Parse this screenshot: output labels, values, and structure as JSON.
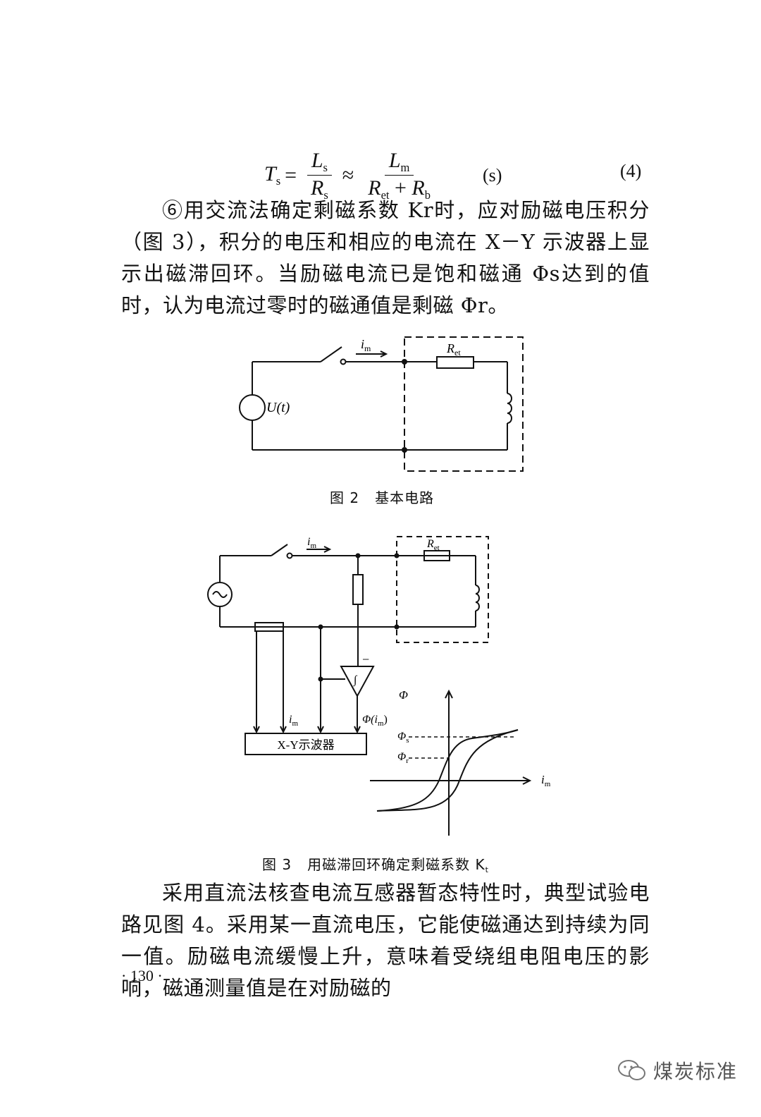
{
  "equation": {
    "lhs": "T",
    "lhs_sub": "s",
    "frac1_num": "L",
    "frac1_num_sub": "s",
    "frac1_den": "R",
    "frac1_den_sub": "s",
    "approx": "≈",
    "frac2_num": "L",
    "frac2_num_sub": "m",
    "frac2_den_a": "R",
    "frac2_den_a_sub": "et",
    "frac2_den_plus": "+",
    "frac2_den_b": "R",
    "frac2_den_b_sub": "b",
    "unit": "(s)",
    "number": "(4)"
  },
  "paragraph1": "⑥用交流法确定剩磁系数 Kr时，应对励磁电压积分（图 3），积分的电压和相应的电流在 X－Y 示波器上显示出磁滞回环。当励磁电流已是饱和磁通 Φs达到的值时，认为电流过零时的磁通值是剩磁 Φr。",
  "figure2": {
    "caption_num": "图 2",
    "caption_text": "基本电路",
    "source_label": "U(t)",
    "current_label": "i",
    "current_sub": "m",
    "resistor_label": "R",
    "resistor_sub": "et"
  },
  "figure3": {
    "caption_num": "图 3",
    "caption_text": "用磁滞回环确定剩磁系数 K",
    "caption_sub": "t",
    "current_label": "i",
    "current_sub": "m",
    "resistor_label": "R",
    "resistor_sub": "et",
    "minus_sign": "−",
    "integrator_symbol": "∫",
    "scope_label": "X-Y示波器",
    "scope_input_im": "i",
    "scope_input_im_sub": "m",
    "scope_input_phi": "Φ(i",
    "scope_input_phi_sub": "m",
    "scope_input_phi_close": ")",
    "plot_y_label": "Φ",
    "plot_x_label": "i",
    "plot_x_sub": "m",
    "phi_s_label": "Φ",
    "phi_s_sub": "s",
    "phi_r_label": "Φ",
    "phi_r_sub": "r"
  },
  "paragraph2": "采用直流法核查电流互感器暂态特性时，典型试验电路见图 4。采用某一直流电压，它能使磁通达到持续为同一值。励磁电流缓慢上升，意味着受绕组电阻电压的影响，磁通测量值是在对励磁的",
  "page_number": "· 130 ·",
  "watermark": "煤炭标准",
  "icons": [
    "wechat-icon",
    "ac-source-icon",
    "integrator-icon"
  ]
}
